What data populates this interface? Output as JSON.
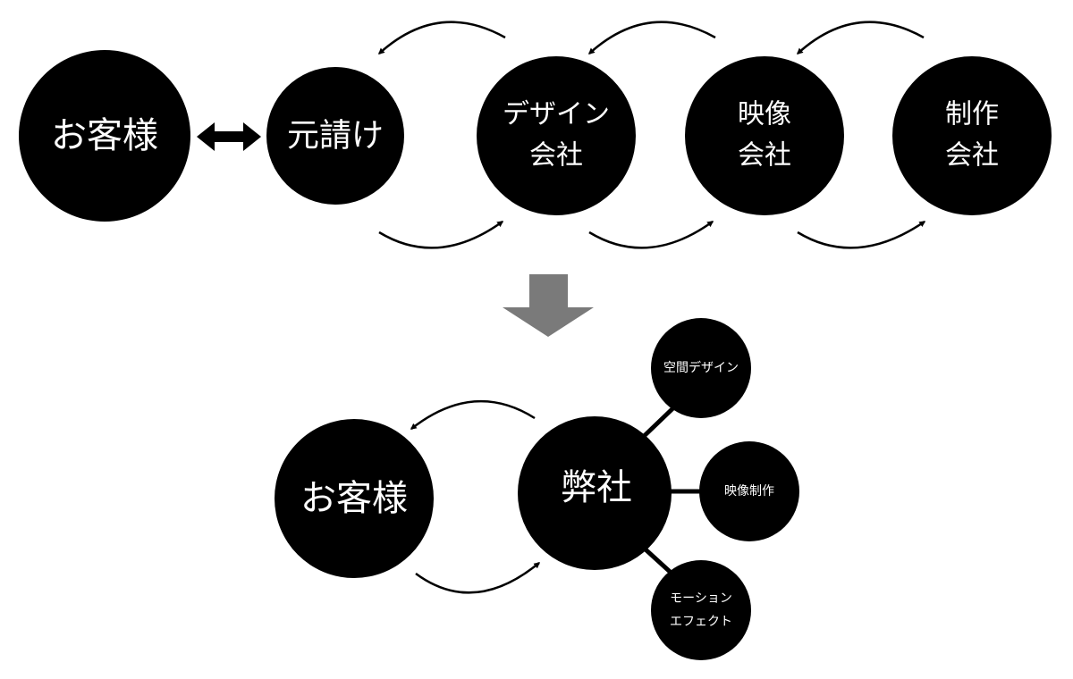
{
  "top_row": {
    "customer": "お客様",
    "prime_contractor": "元請け",
    "design_company": [
      "デザイン",
      "会社"
    ],
    "video_company": [
      "映像",
      "会社"
    ],
    "production_company": [
      "制作",
      "会社"
    ]
  },
  "bottom_row": {
    "customer": "お客様",
    "our_company": "弊社",
    "services": {
      "spatial_design": "空間デザイン",
      "video_production": "映像制作",
      "motion_effect": [
        "モーション",
        "エフェクト"
      ]
    }
  },
  "colors": {
    "node": "#000000",
    "text": "#ffffff",
    "transition_arrow": "#7a7a7a"
  }
}
